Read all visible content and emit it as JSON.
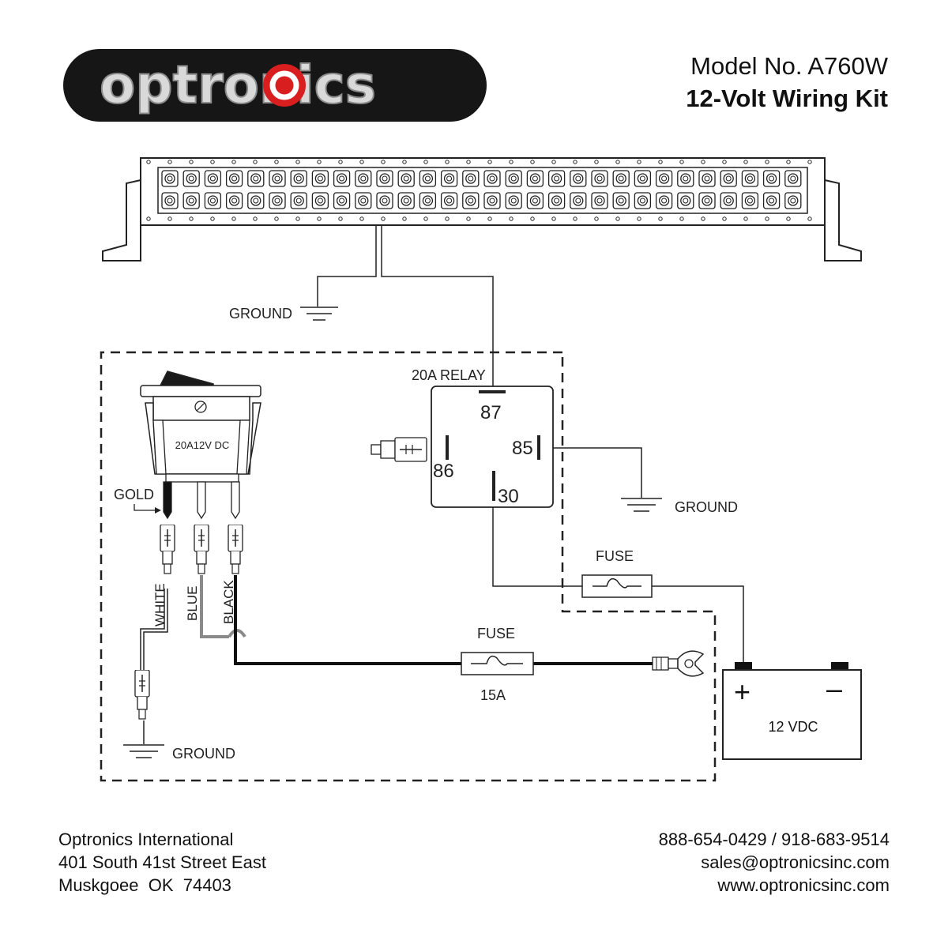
{
  "brand": {
    "logo_text": "optronics",
    "accent_color": "#d81e1e"
  },
  "header": {
    "model_no": "Model No. A760W",
    "kit_title": "12-Volt Wiring Kit"
  },
  "diagram": {
    "ground_top": "GROUND",
    "ground_relay": "GROUND",
    "ground_bottom": "GROUND",
    "relay_label": "20A RELAY",
    "pins": {
      "p87": "87",
      "p85": "85",
      "p86": "86",
      "p30": "30"
    },
    "switch_rating": "20A12V DC",
    "gold_label": "GOLD",
    "wires": {
      "white": "WHITE",
      "blue": "BLUE",
      "black": "BLACK"
    },
    "fuse_upper": "FUSE",
    "fuse_lower": "FUSE",
    "fuse_lower_rating": "15A",
    "battery_label": "12 VDC",
    "battery_plus": "+",
    "battery_minus": "–"
  },
  "footer": {
    "company": "Optronics International",
    "street": "401 South 41st Street East",
    "city": "Muskgoee  OK  74403",
    "phone": "888-654-0429 / 918-683-9514",
    "email": "sales@optronicsinc.com",
    "web": "www.optronicsinc.com"
  }
}
